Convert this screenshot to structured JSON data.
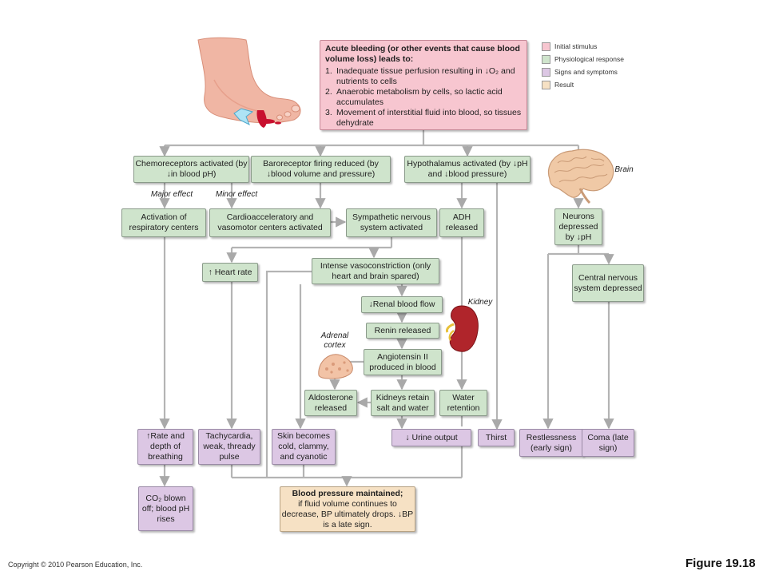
{
  "legend": [
    {
      "label": "Initial stimulus",
      "color": "#f7c6d0"
    },
    {
      "label": "Physiological response",
      "color": "#cfe4cc"
    },
    {
      "label": "Signs and symptoms",
      "color": "#dcc7e4"
    },
    {
      "label": "Result",
      "color": "#f6e1c4"
    }
  ],
  "initial": {
    "title": "Acute bleeding (or other events that cause blood volume loss) leads to:",
    "items": [
      {
        "num": "1.",
        "text": "Inadequate tissue perfusion resulting in ↓O₂ and nutrients to cells"
      },
      {
        "num": "2.",
        "text": "Anaerobic metabolism by cells, so lactic acid accumulates"
      },
      {
        "num": "3.",
        "text": "Movement of interstitial fluid into blood, so tissues dehydrate"
      }
    ]
  },
  "nodes": {
    "chemo": "Chemoreceptors activated (by ↓in blood pH)",
    "baro": "Baroreceptor firing reduced (by ↓blood volume and pressure)",
    "hypo": "Hypothalamus activated (by ↓pH and ↓blood pressure)",
    "resp": "Activation of respiratory centers",
    "cardio": "Cardioacceleratory and vasomotor centers activated",
    "symp": "Sympathetic nervous system activated",
    "adh": "ADH released",
    "neurons": "Neurons depressed by ↓pH",
    "hr": "↑ Heart rate",
    "vaso": "Intense vasoconstriction (only heart and brain spared)",
    "cns": "Central nervous system depressed",
    "renal": "↓Renal blood flow",
    "renin": "Renin released",
    "angio": "Angiotensin II produced in blood",
    "aldo": "Aldosterone released",
    "kidret": "Kidneys retain salt and water",
    "water": "Water retention",
    "rate": "↑Rate and depth of breathing",
    "tachy": "Tachycardia, weak, thready pulse",
    "skin": "Skin becomes cold, clammy, and cyanotic",
    "urine": "↓ Urine output",
    "thirst": "Thirst",
    "restless": "Restlessness (early sign)",
    "coma": "Coma (late sign)",
    "co2": "CO₂ blown off; blood pH rises",
    "bp_title": "Blood pressure maintained;",
    "bp_rest": "if fluid volume continues to decrease, BP ultimately drops. ↓BP is a late sign."
  },
  "labels": {
    "major": "Major effect",
    "minor": "Minor effect",
    "brain": "Brain",
    "kidney": "Kidney",
    "adrenal": "Adrenal cortex"
  },
  "footer": {
    "copyright": "Copyright © 2010 Pearson Education, Inc.",
    "figure": "Figure 19.18"
  }
}
